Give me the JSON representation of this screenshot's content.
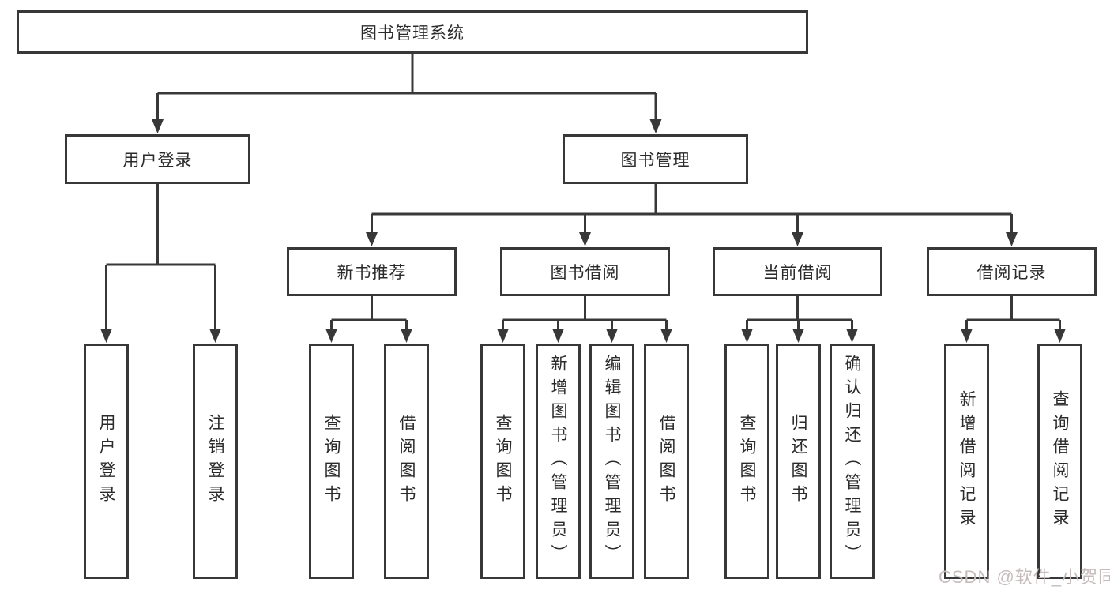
{
  "diagram": {
    "title": "图书管理系统",
    "root": {
      "label": "图书管理系统"
    },
    "level2": [
      {
        "label": "用户登录"
      },
      {
        "label": "图书管理"
      }
    ],
    "level3": [
      {
        "label": "新书推荐"
      },
      {
        "label": "图书借阅"
      },
      {
        "label": "当前借阅"
      },
      {
        "label": "借阅记录"
      }
    ],
    "leaf_groups": [
      {
        "parent": "用户登录",
        "items": [
          "用户登录",
          "注销登录"
        ]
      },
      {
        "parent": "新书推荐",
        "items": [
          "查询图书",
          "借阅图书"
        ]
      },
      {
        "parent": "图书借阅",
        "items": [
          "查询图书",
          "新增图书（管理员）",
          "编辑图书（管理员）",
          "借阅图书"
        ]
      },
      {
        "parent": "当前借阅",
        "items": [
          "查询图书",
          "归还图书",
          "确认归还（管理员）"
        ]
      },
      {
        "parent": "借阅记录",
        "items": [
          "新增借阅记录",
          "查询借阅记录"
        ]
      }
    ]
  },
  "watermark": {
    "text": "CSDN @软件_小贺同学"
  },
  "colors": {
    "line": "#383838",
    "box_border": "#383838",
    "text": "#2b2b2b",
    "background": "#ffffff",
    "watermark": "#c6bcbc"
  }
}
